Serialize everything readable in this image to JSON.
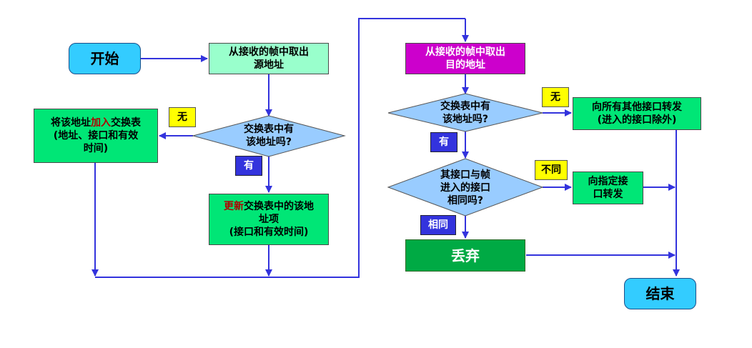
{
  "start": "开始",
  "end": "结束",
  "extract_src": [
    "从接收的帧中取出",
    "源地址"
  ],
  "decision_src": [
    "交换表中有",
    "该地址吗?"
  ],
  "add_entry": {
    "prefix": "将该地址",
    "highlight": "加入",
    "suffix": "交换表",
    "line2": "(地址、接口和有效",
    "line3": "时间)"
  },
  "update_entry": {
    "highlight": "更新",
    "suffix": "交换表中的该地",
    "line2": "址项",
    "line3": "(接口和有效时间)"
  },
  "extract_dst": [
    "从接收的帧中取出",
    "目的地址"
  ],
  "decision_dst": [
    "交换表中有",
    "该地址吗?"
  ],
  "broadcast": [
    "向所有其他接口转发",
    "(进入的接口除外)"
  ],
  "decision_same": [
    "其接口与帧",
    "进入的接口",
    "相同吗?"
  ],
  "forward": [
    "向指定接",
    "口转发"
  ],
  "discard": "丢弃",
  "labels": {
    "no_src": "无",
    "yes_src": "有",
    "no_dst": "无",
    "yes_dst": "有",
    "different": "不同",
    "same": "相同"
  }
}
